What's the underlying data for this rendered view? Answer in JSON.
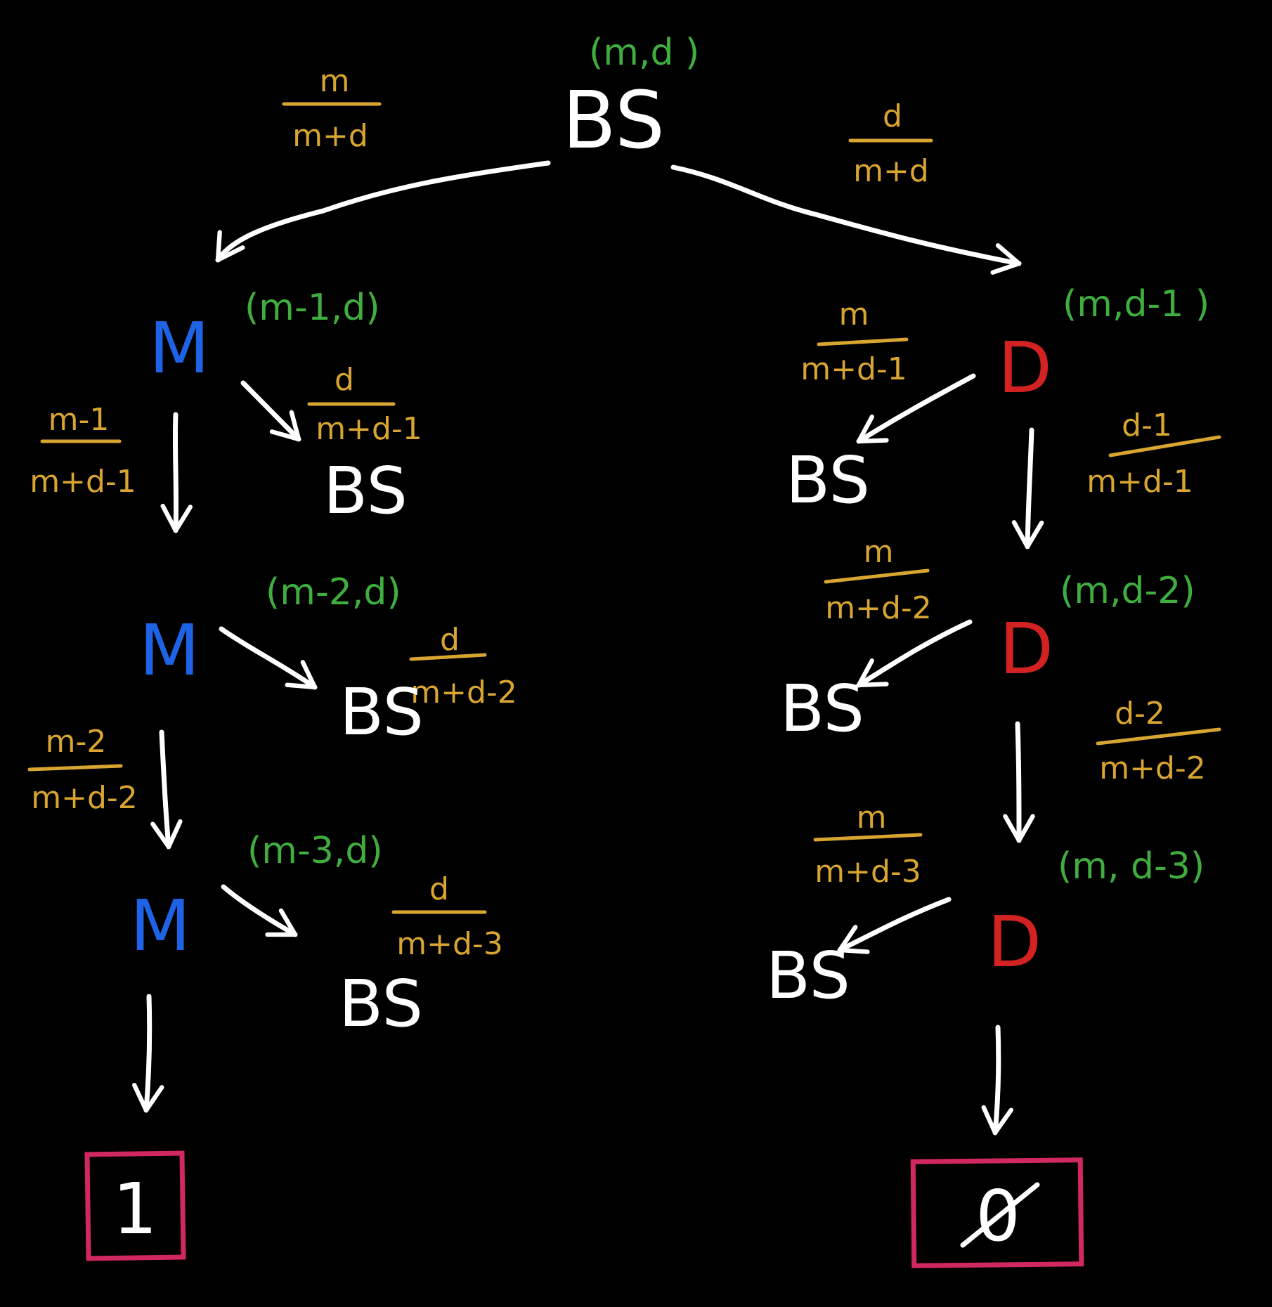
{
  "root": {
    "label": "BS",
    "state": "(m,d    )"
  },
  "left_chain": [
    {
      "label": "M",
      "state": "(m-1,d)",
      "to_bs": {
        "label": "BS",
        "num": "d",
        "den": "m+d-1"
      },
      "down": {
        "num": "m-1",
        "den": "m+d-1"
      }
    },
    {
      "label": "M",
      "state": "(m-2,d)",
      "to_bs": {
        "label": "BS",
        "num": "d",
        "den": "m+d-2"
      },
      "down": {
        "num": "m-2",
        "den": "m+d-2"
      }
    },
    {
      "label": "M",
      "state": "(m-3,d)",
      "to_bs": {
        "label": "BS",
        "num": "d",
        "den": "m+d-3"
      }
    }
  ],
  "right_chain": [
    {
      "label": "D",
      "state": "(m,d-1 )",
      "to_bs": {
        "label": "BS",
        "num": "m",
        "den": "m+d-1"
      },
      "down": {
        "num": "d-1",
        "den": "m+d-1"
      }
    },
    {
      "label": "D",
      "state": "(m,d-2)",
      "to_bs": {
        "label": "BS",
        "num": "m",
        "den": "m+d-2"
      },
      "down": {
        "num": "d-2",
        "den": "m+d-2"
      }
    },
    {
      "label": "D",
      "state": "(m, d-3)",
      "to_bs": {
        "label": "BS",
        "num": "m",
        "den": "m+d-3"
      }
    }
  ],
  "root_edges": {
    "left": {
      "num": "m",
      "den": "m+d"
    },
    "right": {
      "num": "d",
      "den": "m+d"
    }
  },
  "terminals": {
    "left": "1",
    "right": "0"
  }
}
